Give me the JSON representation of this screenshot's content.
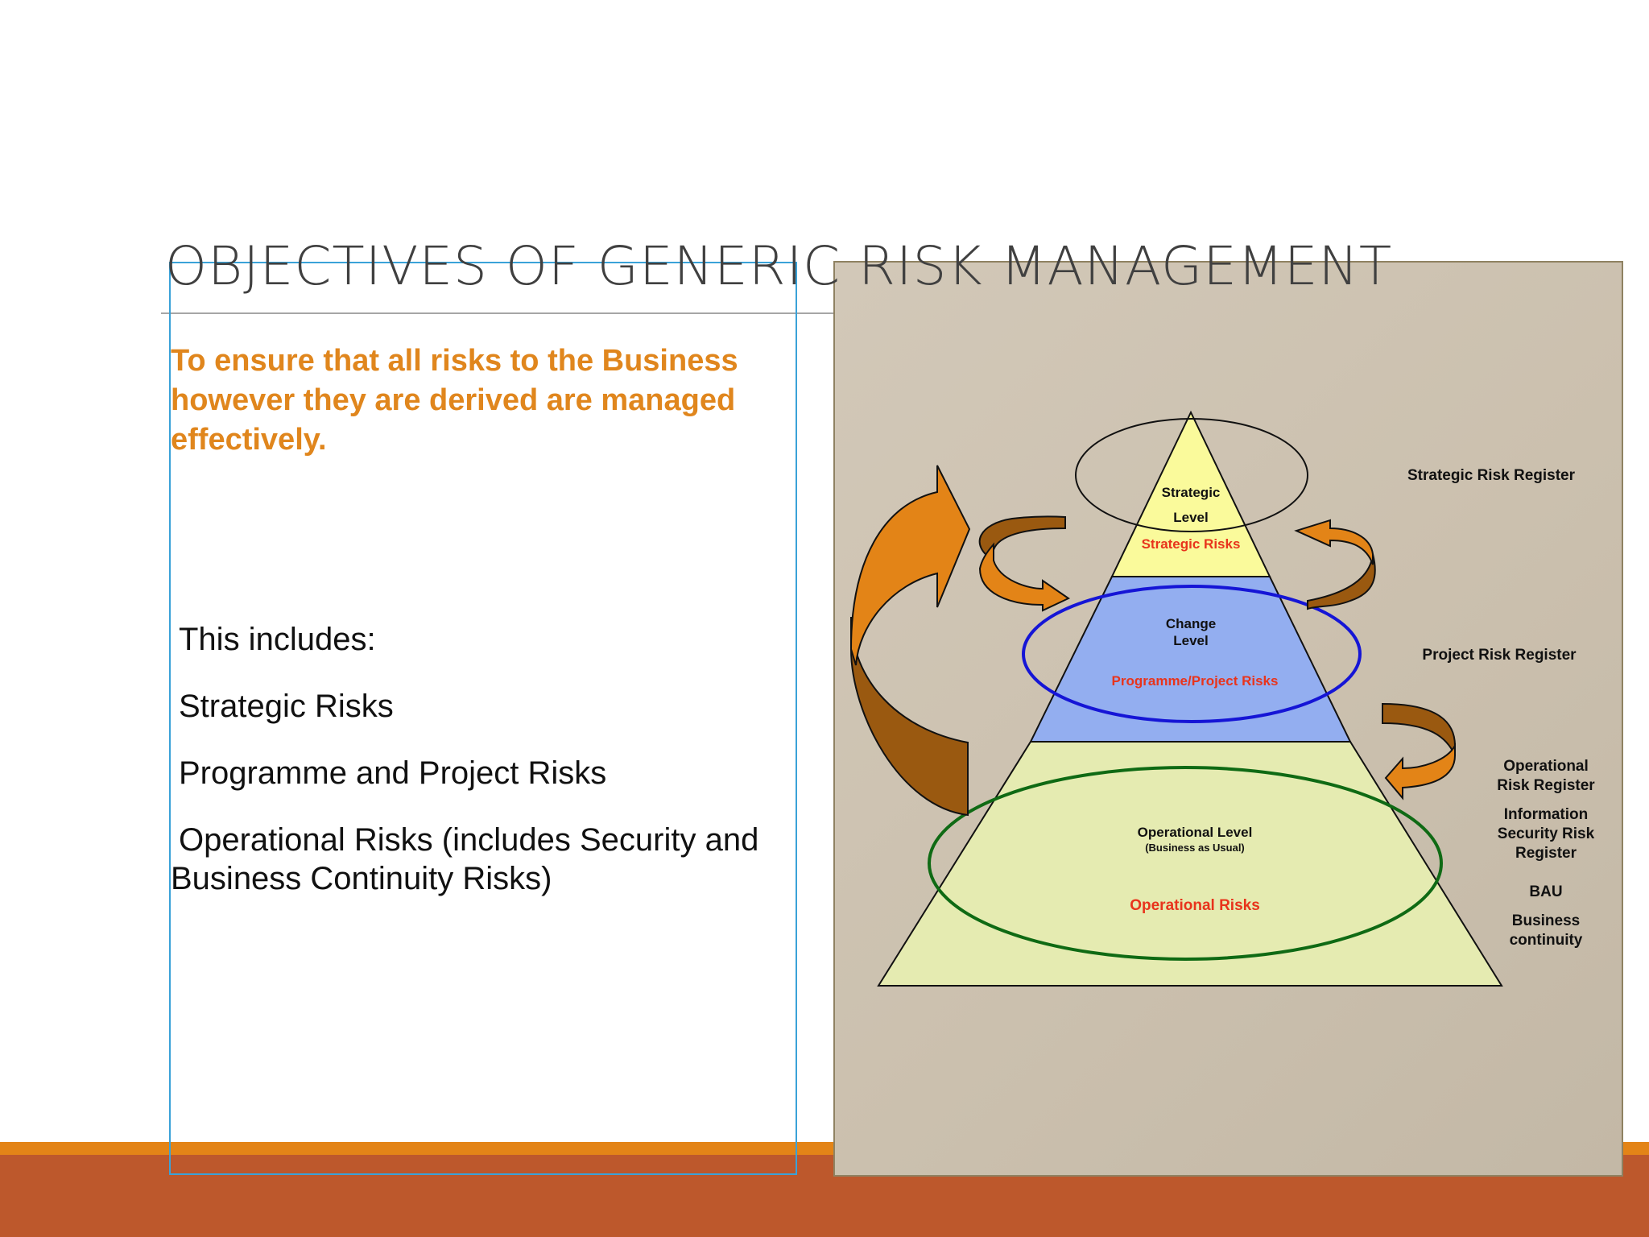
{
  "slide": {
    "title": "OBJECTIVES OF GENERIC RISK MANAGEMENT",
    "lead": "To ensure that all risks to the Business however they  are derived are managed effectively.",
    "bullets": [
      "This includes:",
      "Strategic Risks",
      "Programme and Project Risks",
      "Operational Risks (includes Security and Business Continuity Risks)"
    ]
  },
  "diagram": {
    "strategic": {
      "line1": "Strategic",
      "line2": "Level",
      "risk": "Strategic Risks"
    },
    "change": {
      "line1": "Change",
      "line2": "Level",
      "risk": "Programme/Project Risks"
    },
    "operational": {
      "line1": "Operational Level",
      "line2": "(Business as Usual)",
      "risk": "Operational Risks"
    },
    "registers": {
      "strategic": "Strategic Risk Register",
      "project": "Project Risk Register",
      "operational": "Operational Risk Register",
      "infosec": "Information Security Risk Register",
      "bau": "BAU",
      "continuity": "Business continuity"
    }
  },
  "colors": {
    "accent_orange": "#e0861d",
    "footer_rust": "#bd582c",
    "tier_top": "#fafa9b",
    "tier_mid": "#93aef0",
    "tier_bottom": "#e5ebb1",
    "risk_label_red": "#e8341c"
  }
}
